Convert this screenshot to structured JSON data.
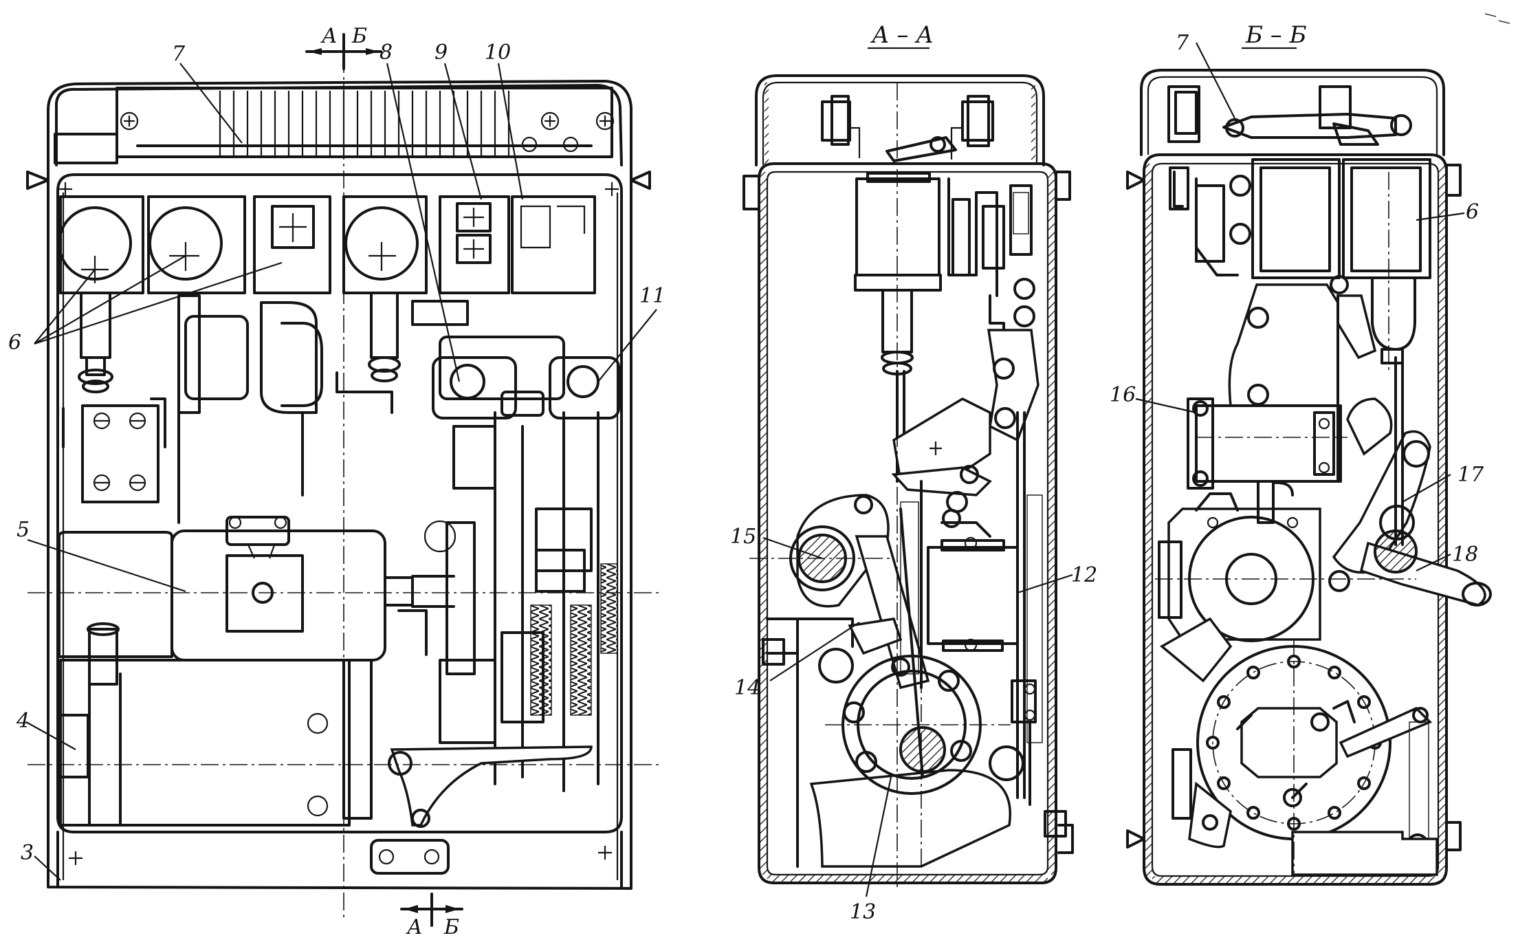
{
  "section_marks": {
    "top_a": "А",
    "top_b": "Б",
    "bottom_a": "А",
    "bottom_b": "Б"
  },
  "view_titles": {
    "section_aa": "А – А",
    "section_bb": "Б – Б"
  },
  "callouts": {
    "n3": "3",
    "n4": "4",
    "n5": "5",
    "n6_left": "6",
    "n6_right": "6",
    "n7_left": "7",
    "n7_right": "7",
    "n8": "8",
    "n9": "9",
    "n10": "10",
    "n11": "11",
    "n12": "12",
    "n13": "13",
    "n14": "14",
    "n15": "15",
    "n16": "16",
    "n17": "17",
    "n18": "18"
  }
}
